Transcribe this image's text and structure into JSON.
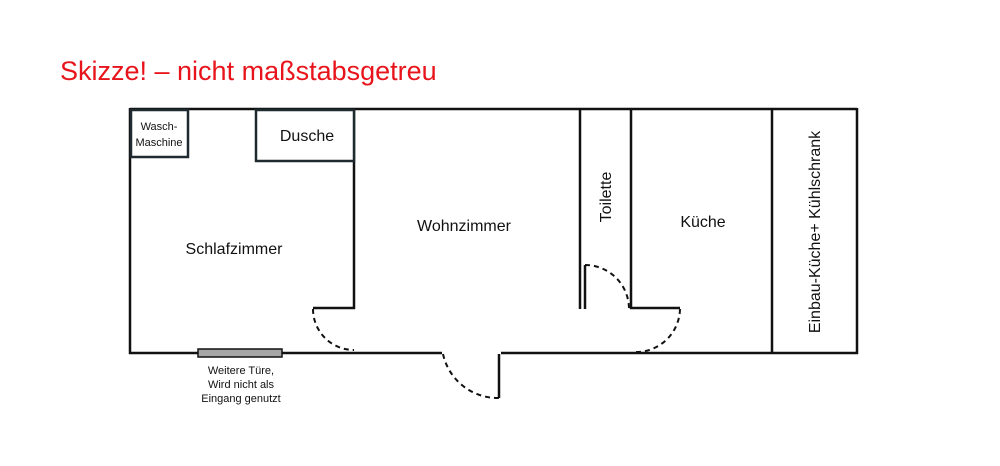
{
  "title": "Skizze! – nicht maßstabsgetreu",
  "colors": {
    "title": "#e8141b",
    "wall": "#111111",
    "door_panel": "#a6a6a6"
  },
  "rooms": {
    "washer": [
      "Wasch-",
      "Maschine"
    ],
    "shower": "Dusche",
    "bedroom": "Schlafzimmer",
    "living_room": "Wohnzimmer",
    "toilet": "Toilette",
    "kitchen": "Küche",
    "fitted_kitchen": "Einbau-Küche+ Kühlschrank"
  },
  "door_note": [
    "Weitere Türe,",
    "Wird nicht als",
    "Eingang genutzt"
  ]
}
